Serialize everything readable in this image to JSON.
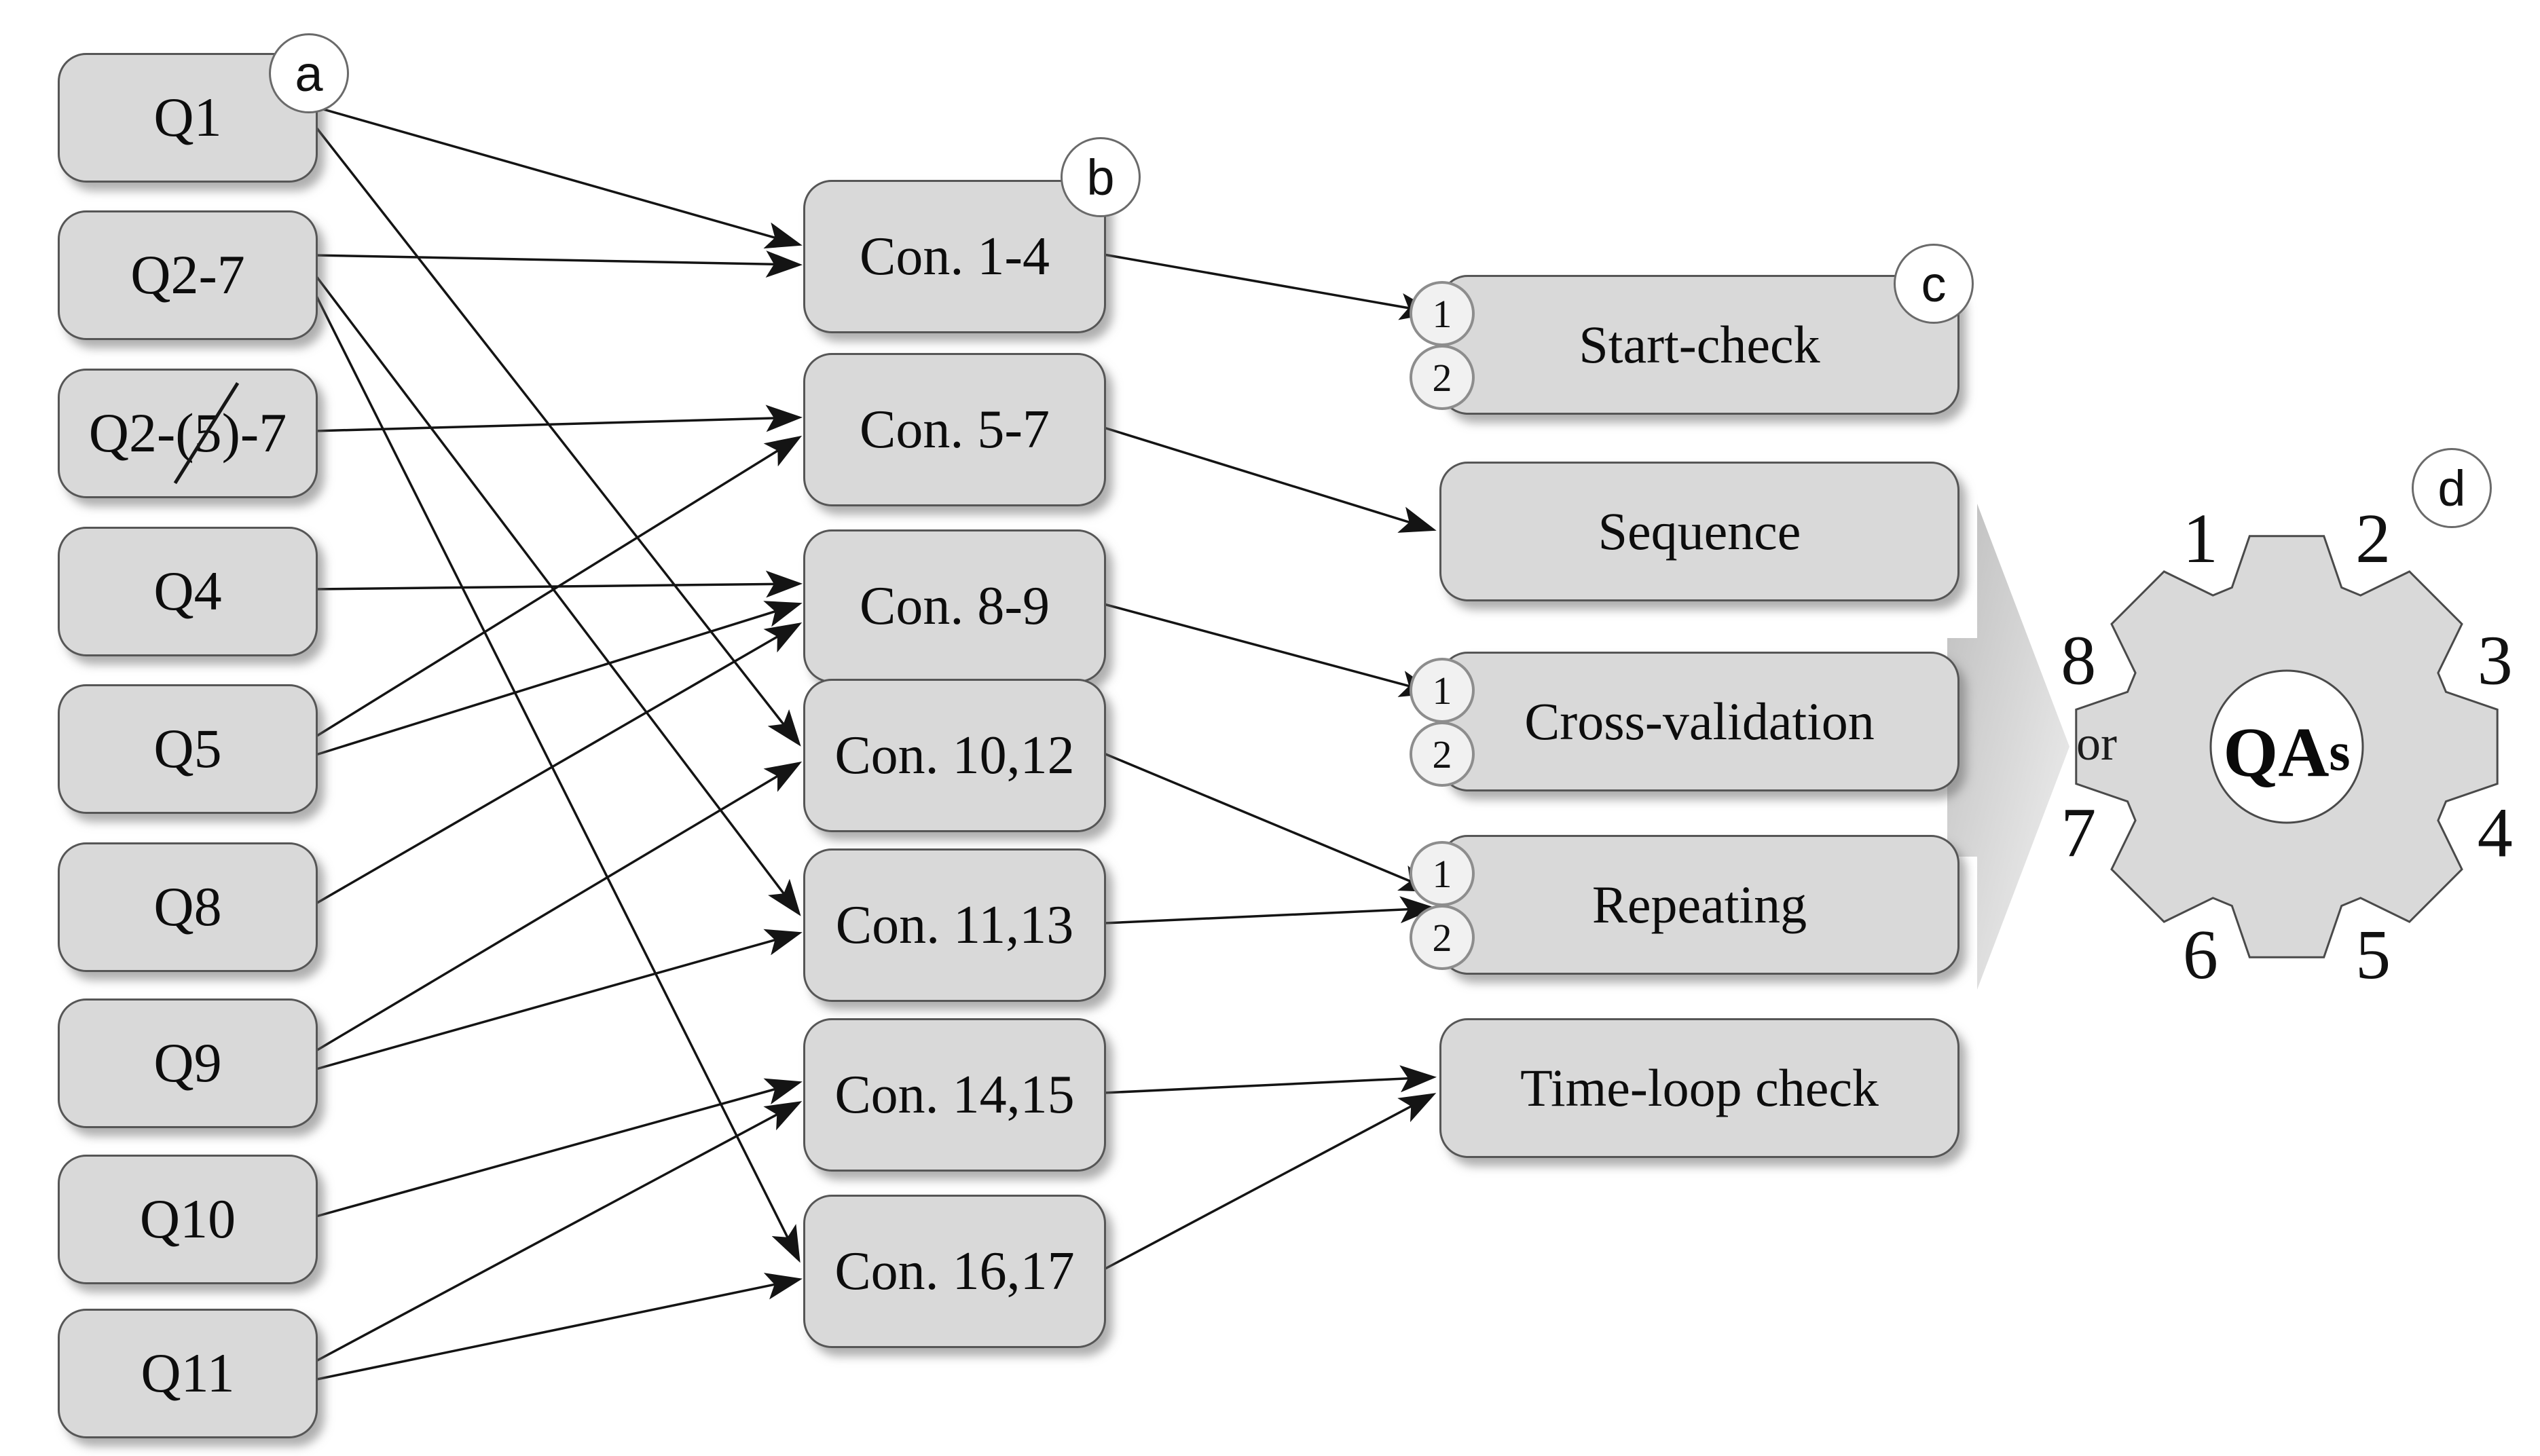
{
  "figure": {
    "panel_labels": [
      "a",
      "b",
      "c",
      "d"
    ],
    "questions": [
      {
        "id": "q1",
        "label": "Q1"
      },
      {
        "id": "q2_7",
        "label": "Q2-7"
      },
      {
        "id": "q2_5_7",
        "label_prefix": "Q2-(",
        "label_struck": "5",
        "label_suffix": ")-7"
      },
      {
        "id": "q4",
        "label": "Q4"
      },
      {
        "id": "q5",
        "label": "Q5"
      },
      {
        "id": "q8",
        "label": "Q8"
      },
      {
        "id": "q9",
        "label": "Q9"
      },
      {
        "id": "q10",
        "label": "Q10"
      },
      {
        "id": "q11",
        "label": "Q11"
      }
    ],
    "conditions": [
      {
        "id": "c14",
        "label": "Con. 1-4"
      },
      {
        "id": "c57",
        "label": "Con. 5-7"
      },
      {
        "id": "c89",
        "label": "Con. 8-9"
      },
      {
        "id": "c1012",
        "label": "Con. 10,12"
      },
      {
        "id": "c1113",
        "label": "Con. 11,13"
      },
      {
        "id": "c1415",
        "label": "Con. 14,15"
      },
      {
        "id": "c1617",
        "label": "Con. 16,17"
      }
    ],
    "checks": [
      {
        "id": "start",
        "label": "Start-check",
        "badges": [
          "1",
          "2"
        ]
      },
      {
        "id": "sequence",
        "label": "Sequence",
        "badges": []
      },
      {
        "id": "crossval",
        "label": "Cross-validation",
        "badges": [
          "1",
          "2"
        ]
      },
      {
        "id": "repeating",
        "label": "Repeating",
        "badges": [
          "1",
          "2"
        ]
      },
      {
        "id": "timeloop",
        "label": "Time-loop check",
        "badges": []
      }
    ],
    "edges_questions_to_conditions": [
      [
        "q1",
        "c14"
      ],
      [
        "q1",
        "c1012"
      ],
      [
        "q2_7",
        "c14"
      ],
      [
        "q2_7",
        "c1113"
      ],
      [
        "q2_7",
        "c1617"
      ],
      [
        "q2_5_7",
        "c57"
      ],
      [
        "q4",
        "c89"
      ],
      [
        "q5",
        "c57"
      ],
      [
        "q5",
        "c89"
      ],
      [
        "q8",
        "c89"
      ],
      [
        "q9",
        "c1012"
      ],
      [
        "q9",
        "c1113"
      ],
      [
        "q10",
        "c1415"
      ],
      [
        "q11",
        "c1415"
      ],
      [
        "q11",
        "c1617"
      ]
    ],
    "edges_conditions_to_checks": [
      [
        "c14",
        "start"
      ],
      [
        "c57",
        "sequence"
      ],
      [
        "c89",
        "crossval"
      ],
      [
        "c1012",
        "repeating"
      ],
      [
        "c1113",
        "repeating"
      ],
      [
        "c1415",
        "timeloop"
      ],
      [
        "c1617",
        "timeloop"
      ]
    ],
    "gear": {
      "numbers": [
        "1",
        "2",
        "3",
        "4",
        "5",
        "6",
        "7",
        "8"
      ],
      "or_label": "or",
      "center_main": "QA",
      "center_small": "s"
    },
    "colors": {
      "box_fill": "#d9d9d9",
      "box_outline": "#565656",
      "connector": "#141414",
      "badge_fill": "#f1f1f1",
      "background": "#ffffff"
    }
  }
}
